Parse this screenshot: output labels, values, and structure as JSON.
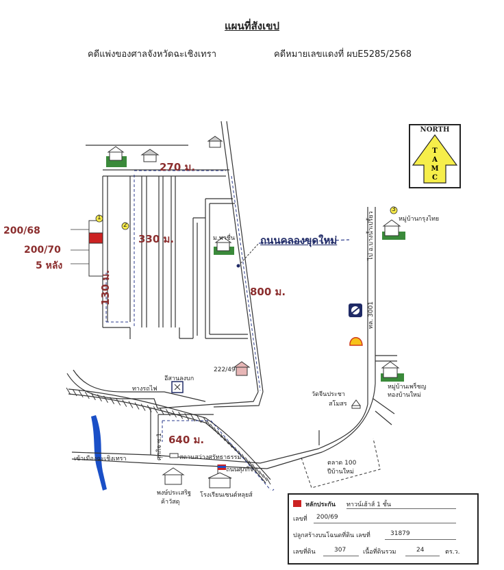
{
  "header": {
    "title": "แผนที่สังเขป",
    "court": "คดีแพ่งของศาลจังหวัดฉะเชิงเทรา",
    "case_no": "คดีหมายเลขแดงที่ ผบE5285/2568"
  },
  "north_arrow": {
    "label": "NORTH",
    "letters": [
      "T",
      "A",
      "M",
      "C"
    ]
  },
  "dimensions": {
    "d270": "270 ม.",
    "d330": "330 ม.",
    "d130": "130 ม.",
    "d800": "800 ม.",
    "d640": "640 ม."
  },
  "plots": {
    "p1": "200/68",
    "p2": "200/70",
    "p3": "5 หลัง"
  },
  "markers": {
    "m1": "1",
    "m2": "2",
    "m3": "3"
  },
  "roads": {
    "khlong": "ถนนคลองขุดใหม่",
    "road_3001": "ทล. 3001",
    "vertical_side": "ไป อ.บางน้ำเปรี้ยว",
    "sukhumvit": "ถนนศุภกิจ",
    "soi1": "ศุภกิจ ซ.1",
    "city": "เข้าเมืองฉะเชิงเทรา",
    "railway": "ทางรถไฟ"
  },
  "places": {
    "villa": "ม.พาชื่น",
    "krungthai": "หมู่บ้านกรุงไทย",
    "charoen": "หมู่บ้านเพร็ชญ",
    "charoen2": "ทองบ้านใหม่",
    "house_no": "222/49",
    "restaurant": "อีสานลงบก",
    "temple": "วัดจีนประชา",
    "temple2": "สโมสร",
    "station": "สถานสว่างศรัทธาธรรม",
    "market": "ตลาด 100",
    "market2": "ปีบ้านใหม่",
    "shop": "พงษ์ประเสริฐ",
    "shop2": "ค้าวัสดุ",
    "school": "โรงเรียนเซนต์หลุยส์"
  },
  "legend": {
    "title": "หลักประกัน",
    "type": "ทาวน์เฮ้าส์ 1 ชั้น",
    "no_label": "เลขที่",
    "no_value": "200/69",
    "deed_label": "ปลูกสร้างบนโฉนดที่ดิน เลขที่",
    "deed_value": "31879",
    "land_label": "เลขที่ดิน",
    "land_value": "307",
    "area_label": "เนื้อที่ดินรวม",
    "area_value": "24",
    "area_unit": "ตร.ว.",
    "color": "#cc2222"
  },
  "colors": {
    "river": "#1a4fc7",
    "dim": "#8b2e2e",
    "dash": "#2a3a8c"
  }
}
